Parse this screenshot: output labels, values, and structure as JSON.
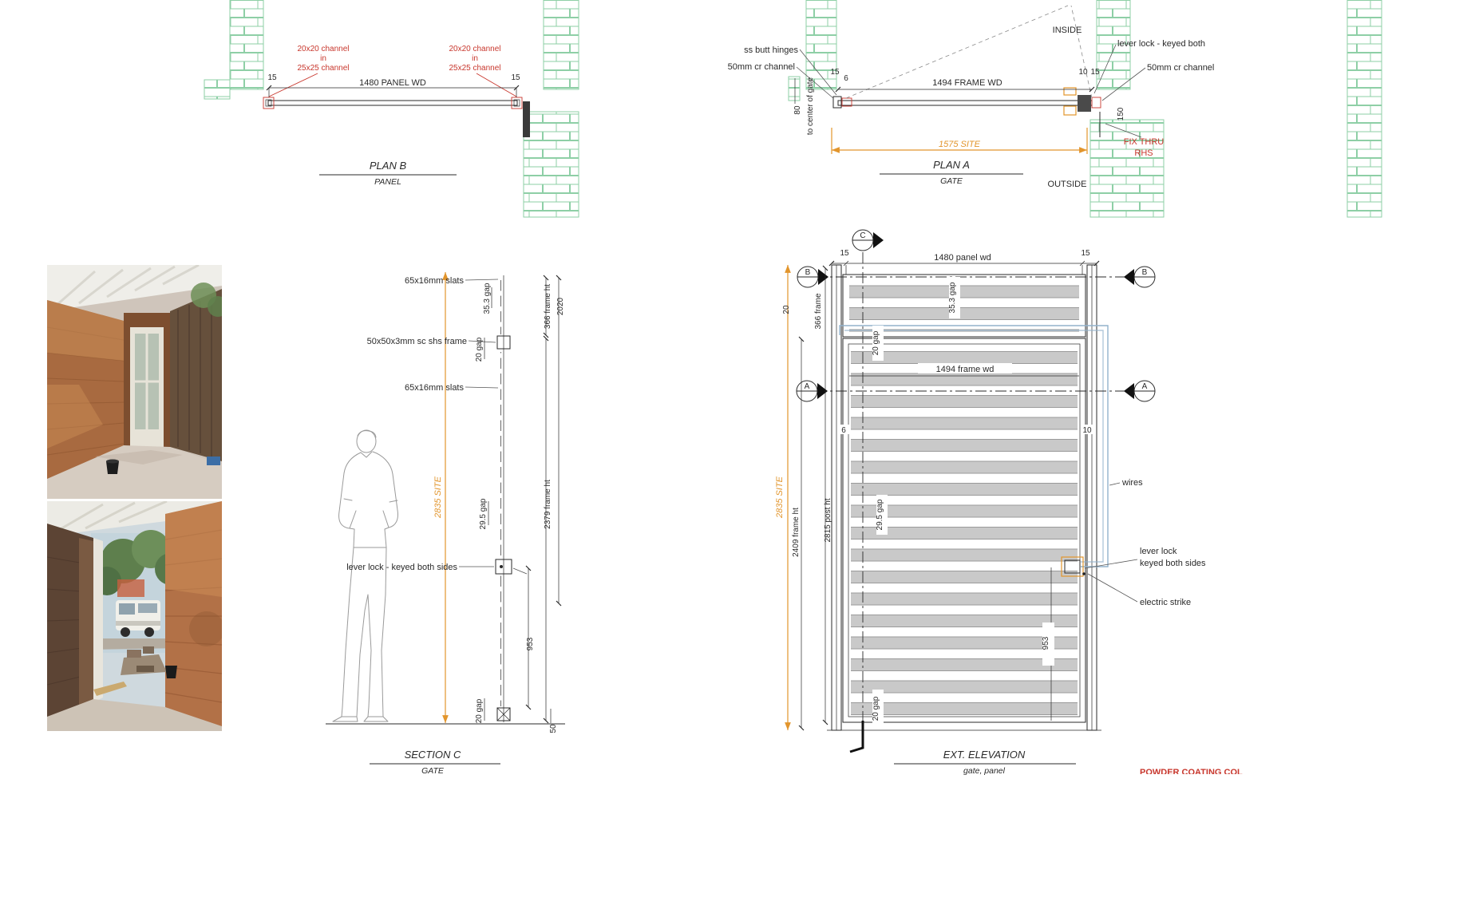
{
  "sheet": {
    "background": "#ffffff"
  },
  "colors": {
    "brick_line": "#8ecfa6",
    "dim_red": "#c8372d",
    "dim_orange": "#e2952c",
    "slat_fill": "#c9c9c9",
    "wire_blue": "#92b2cc",
    "line": "#2a2a2a"
  },
  "plan_b": {
    "title": "PLAN B",
    "subtitle": "PANEL",
    "note_lines": [
      "20x20 channel",
      "in",
      "25x25 channel"
    ],
    "dim_left": "15",
    "dim_right": "15",
    "dim_width": "1480 PANEL WD"
  },
  "plan_a": {
    "title": "PLAN A",
    "subtitle": "GATE",
    "label_hinges": "ss butt hinges",
    "label_channel_left": "50mm cr channel",
    "label_channel_right": "50mm cr channel",
    "label_lock": "lever lock - keyed both",
    "label_inside": "INSIDE",
    "label_outside": "OUTSIDE",
    "dim_15_left": "15",
    "dim_6": "6",
    "dim_10": "10",
    "dim_15_right": "15",
    "dim_width": "1494 FRAME WD",
    "dim_site": "1575 SITE",
    "dim_80": "80",
    "label_center": "to center of gate",
    "dim_150": "150",
    "note_fix_line1": "FIX THRU",
    "note_fix_line2": "RHS"
  },
  "section_c": {
    "title": "SECTION C",
    "subtitle": "GATE",
    "label_slats_top": "65x16mm slats",
    "label_frame": "50x50x3mm sc shs frame",
    "label_slats_mid": "65x16mm slats",
    "label_lock": "lever lock - keyed both sides",
    "dim_site": "2835 SITE",
    "dim_frame_top": "366 frame ht",
    "dim_2020": "2020",
    "dim_gap_353": "35.3 gap",
    "dim_gap_20_top": "20 gap",
    "dim_gap_295": "29.5 gap",
    "dim_frame_main": "2379 frame ht",
    "dim_953": "953",
    "dim_gap_20_bot": "20 gap",
    "dim_50": "50"
  },
  "elevation": {
    "title": "EXT. ELEVATION",
    "subtitle": "gate, panel",
    "marker_a": "A",
    "marker_b": "B",
    "marker_c": "C",
    "dim_15_left": "15",
    "dim_panel_wd": "1480 panel wd",
    "dim_15_right": "15",
    "dim_20": "20",
    "dim_366": "366 frame",
    "dim_gap_353": "35.3 gap",
    "dim_gap_20_top": "20 gap",
    "dim_frame_wd": "1494 frame wd",
    "dim_6": "6",
    "dim_10": "10",
    "dim_site": "2835 SITE",
    "dim_2409": "2409 frame ht",
    "dim_2815": "2815 post ht",
    "dim_gap_295": "29.5 gap",
    "dim_953": "953",
    "dim_gap_20_bot": "20 gap",
    "label_wires": "wires",
    "label_lock_line1": "lever lock",
    "label_lock_line2": "keyed both sides",
    "label_strike": "electric strike",
    "note_partial": "POWDER COATING COL"
  }
}
